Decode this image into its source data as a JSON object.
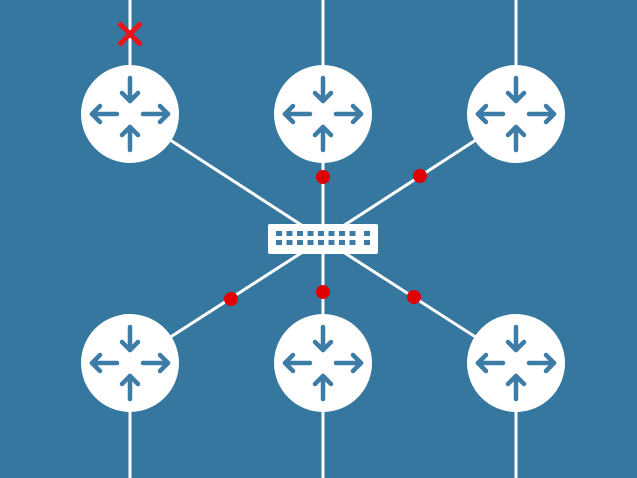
{
  "colors": {
    "background": "#35779f",
    "router_fill": "#ffffff",
    "arrow": "#3d7ca6",
    "link": "#ffffff",
    "marker": "#e00000",
    "failure": "#e8141c"
  },
  "icons": {
    "router": "router-icon",
    "switch": "switch-icon",
    "failure": "x-mark-icon",
    "marker": "red-dot-marker"
  },
  "routers": [
    {
      "id": "router-top-left",
      "uplink": "top"
    },
    {
      "id": "router-top-center",
      "uplink": "top"
    },
    {
      "id": "router-top-right",
      "uplink": "top"
    },
    {
      "id": "router-bottom-left",
      "uplink": "bottom"
    },
    {
      "id": "router-bottom-center",
      "uplink": "bottom"
    },
    {
      "id": "router-bottom-right",
      "uplink": "bottom"
    }
  ],
  "links": [
    {
      "from": "switch",
      "to": "router-top-left",
      "marked": false
    },
    {
      "from": "switch",
      "to": "router-top-center",
      "marked": true
    },
    {
      "from": "switch",
      "to": "router-top-right",
      "marked": true
    },
    {
      "from": "switch",
      "to": "router-bottom-left",
      "marked": true
    },
    {
      "from": "switch",
      "to": "router-bottom-center",
      "marked": true
    },
    {
      "from": "switch",
      "to": "router-bottom-right",
      "marked": true
    }
  ],
  "failed_uplinks": [
    "router-top-left"
  ]
}
